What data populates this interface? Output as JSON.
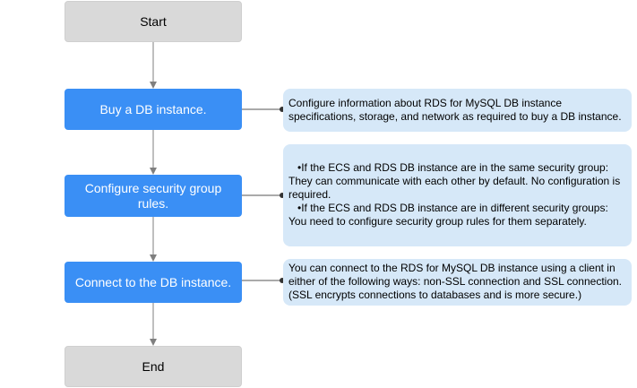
{
  "flowchart": {
    "start_label": "Start",
    "steps": [
      {
        "label": "Buy a DB instance."
      },
      {
        "label": "Configure security group rules."
      },
      {
        "label": "Connect to the DB instance."
      }
    ],
    "end_label": "End"
  },
  "notes": {
    "buy": "Configure information about RDS for MySQL DB instance specifications, storage, and network as required to buy a DB instance.",
    "security": {
      "bullet_1_lead": "If the ECS and RDS DB instance are in the same security group:",
      "bullet_1_rest": "They can communicate with each other by default. No configuration is required.",
      "bullet_2_lead": "If the ECS and RDS DB instance are in different security groups:",
      "bullet_2_rest": "You need to configure security group rules for them separately."
    },
    "connect": "You can connect to the RDS for MySQL DB instance using a client in either of the following ways: non-SSL connection and SSL connection. (SSL encrypts connections to databases and is more secure.)"
  },
  "colors": {
    "terminal_fill": "#d9d9d9",
    "step_fill": "#3a8ff5",
    "note_fill": "#d6e8f8",
    "connector": "#7f7f7f"
  }
}
